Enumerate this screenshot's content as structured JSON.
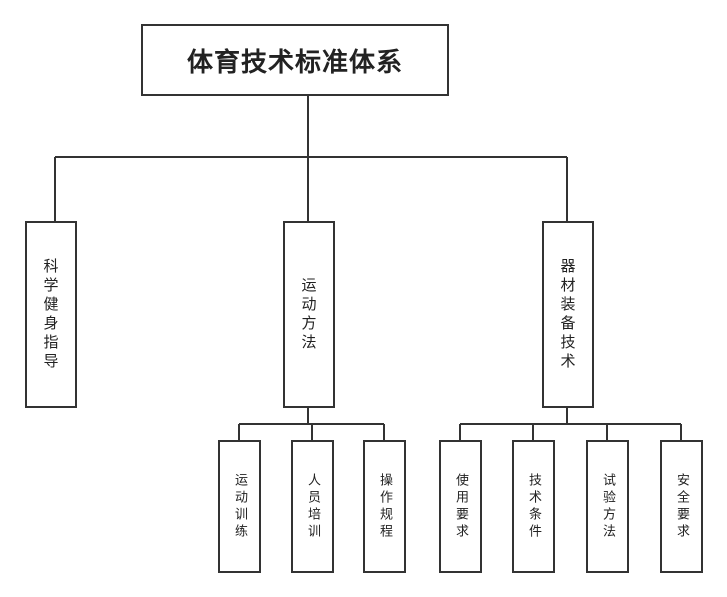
{
  "title": "体育技术标准体系",
  "level1": [
    {
      "label": "科学健身指导"
    },
    {
      "label": "运动方法",
      "children": [
        "运动训练",
        "人员培训",
        "操作规程"
      ]
    },
    {
      "label": "器材装备技术",
      "children": [
        "使用要求",
        "技术条件",
        "试验方法",
        "安全要求"
      ]
    }
  ]
}
